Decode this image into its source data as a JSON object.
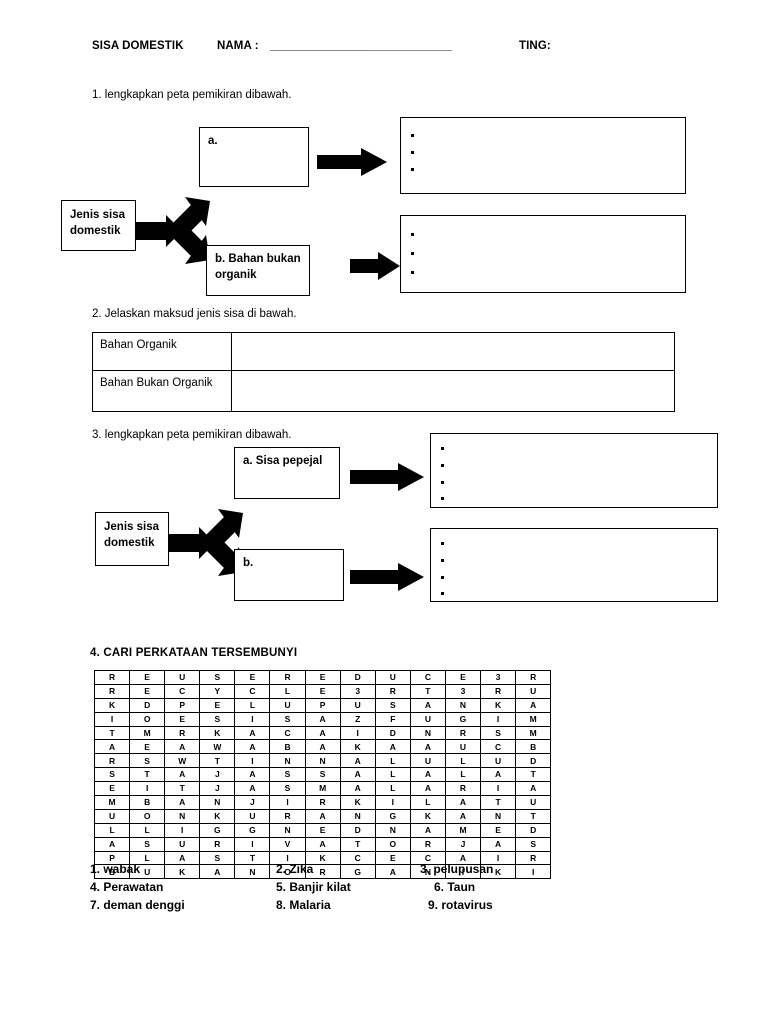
{
  "header": {
    "subject": "SISA DOMESTIK",
    "name_label": "NAMA :",
    "name_line": "____________________________",
    "class_label": "TING:"
  },
  "questions": {
    "q1": {
      "prompt": "1. lengkapkan peta pemikiran dibawah.",
      "source_label": "Jenis sisa domestik",
      "branch_a_label": "a.",
      "branch_b_label": "b. Bahan bukan organik",
      "answer_box_a_bullets": 3,
      "answer_box_b_bullets": 3
    },
    "q2": {
      "prompt": "2. Jelaskan maksud jenis sisa di bawah.",
      "rows": [
        {
          "label": "Bahan Organik",
          "value": ""
        },
        {
          "label": "Bahan Bukan Organik",
          "value": ""
        }
      ]
    },
    "q3": {
      "prompt": "3. lengkapkan peta pemikiran dibawah.",
      "source_label": "Jenis sisa domestik",
      "branch_a_label": "a. Sisa pepejal",
      "branch_b_label": "b.",
      "answer_box_a_bullets": 4,
      "answer_box_b_bullets": 4
    },
    "q4": {
      "prompt": "4. CARI PERKATAAN TERSEMBUNYI",
      "grid": [
        [
          "R",
          "E",
          "U",
          "S",
          "E",
          "R",
          "E",
          "D",
          "U",
          "C",
          "E",
          "3",
          "R"
        ],
        [
          "R",
          "E",
          "C",
          "Y",
          "C",
          "L",
          "E",
          "3",
          "R",
          "T",
          "3",
          "R",
          "U"
        ],
        [
          "K",
          "D",
          "P",
          "E",
          "L",
          "U",
          "P",
          "U",
          "S",
          "A",
          "N",
          "K",
          "A"
        ],
        [
          "I",
          "O",
          "E",
          "S",
          "I",
          "S",
          "A",
          "Z",
          "F",
          "U",
          "G",
          "I",
          "M"
        ],
        [
          "T",
          "M",
          "R",
          "K",
          "A",
          "C",
          "A",
          "I",
          "D",
          "N",
          "R",
          "S",
          "M"
        ],
        [
          "A",
          "E",
          "A",
          "W",
          "A",
          "B",
          "A",
          "K",
          "A",
          "A",
          "U",
          "C",
          "B"
        ],
        [
          "R",
          "S",
          "W",
          "T",
          "I",
          "N",
          "N",
          "A",
          "L",
          "U",
          "L",
          "U",
          "D"
        ],
        [
          "S",
          "T",
          "A",
          "J",
          "A",
          "S",
          "S",
          "A",
          "L",
          "A",
          "L",
          "A",
          "T"
        ],
        [
          "E",
          "I",
          "T",
          "J",
          "A",
          "S",
          "M",
          "A",
          "L",
          "A",
          "R",
          "I",
          "A"
        ],
        [
          "M",
          "B",
          "A",
          "N",
          "J",
          "I",
          "R",
          "K",
          "I",
          "L",
          "A",
          "T",
          "U"
        ],
        [
          "U",
          "O",
          "N",
          "K",
          "U",
          "R",
          "A",
          "N",
          "G",
          "K",
          "A",
          "N",
          "T"
        ],
        [
          "L",
          "L",
          "I",
          "G",
          "G",
          "N",
          "E",
          "D",
          "N",
          "A",
          "M",
          "E",
          "D"
        ],
        [
          "A",
          "S",
          "U",
          "R",
          "I",
          "V",
          "A",
          "T",
          "O",
          "R",
          "J",
          "A",
          "S"
        ],
        [
          "P",
          "L",
          "A",
          "S",
          "T",
          "I",
          "K",
          "C",
          "E",
          "C",
          "A",
          "I",
          "R"
        ],
        [
          "B",
          "U",
          "K",
          "A",
          "N",
          "O",
          "R",
          "G",
          "A",
          "N",
          "I",
          "K",
          "I"
        ]
      ],
      "words": [
        {
          "num": "1.",
          "text": "wabak"
        },
        {
          "num": "2.",
          "text": "Zika"
        },
        {
          "num": "3.",
          "text": "pelupusan"
        },
        {
          "num": "4.",
          "text": "Perawatan"
        },
        {
          "num": "5.",
          "text": "Banjir kilat"
        },
        {
          "num": "6.",
          "text": "Taun"
        },
        {
          "num": "7.",
          "text": "deman denggi"
        },
        {
          "num": "8.",
          "text": "Malaria"
        },
        {
          "num": "9.",
          "text": "rotavirus"
        }
      ],
      "word_labels": [
        "1. wabak",
        "2. Zika",
        "3. pelupusan",
        "4. Perawatan",
        "5. Banjir kilat",
        "6. Taun",
        "7. deman denggi",
        "8. Malaria",
        "9. rotavirus"
      ]
    }
  },
  "colors": {
    "ink": "#000000",
    "paper": "#ffffff"
  }
}
